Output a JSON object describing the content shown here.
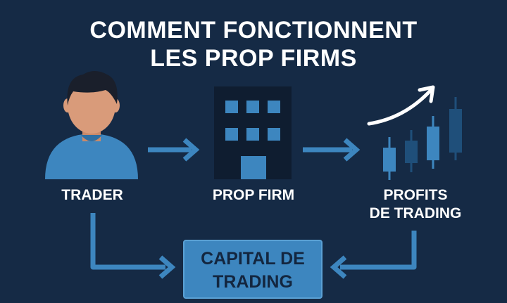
{
  "title": {
    "line1": "COMMENT FONCTIONNENT",
    "line2": "LES PROP FIRMS"
  },
  "nodes": {
    "trader": {
      "label": "TRADER",
      "icon": "trader-person-icon"
    },
    "prop_firm": {
      "label": "PROP FIRM",
      "icon": "office-building-icon"
    },
    "profits": {
      "label_line1": "PROFITS",
      "label_line2": "DE TRADING",
      "icon": "candlestick-chart-icon"
    },
    "capital": {
      "label_line1": "CAPITAL DE",
      "label_line2": "TRADING"
    }
  },
  "colors": {
    "background": "#152a45",
    "accent_blue": "#3d86bf",
    "dark_blue": "#1f4f7a",
    "skin": "#d99b7a",
    "hair": "#1a1f2b",
    "building": "#0f1d30",
    "text": "#ffffff"
  }
}
